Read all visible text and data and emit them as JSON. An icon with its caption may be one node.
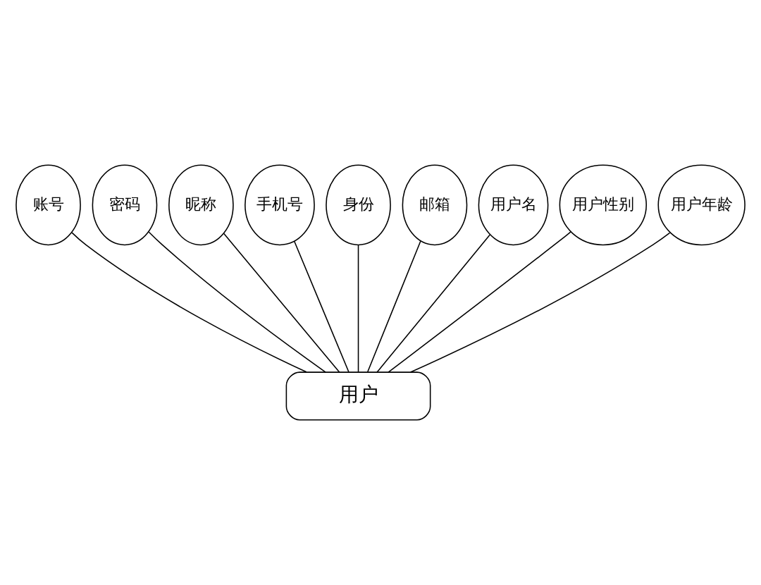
{
  "diagram": {
    "nodes": [
      {
        "text": [
          "账号"
        ]
      },
      {
        "text": [
          "密码"
        ]
      },
      {
        "text": [
          "昵称"
        ]
      },
      {
        "text": [
          "手机号"
        ]
      },
      {
        "text": [
          "身份"
        ]
      },
      {
        "text": [
          "邮箱"
        ]
      },
      {
        "text": [
          "用户名"
        ]
      },
      {
        "text": [
          "用户性别"
        ]
      },
      {
        "text": [
          "用户年龄"
        ]
      },
      {
        "text": [
          "用户"
        ]
      }
    ],
    "edges": [
      {
        "from": 0,
        "to": 9,
        "arrow": "none"
      },
      {
        "from": 1,
        "to": 9,
        "arrow": "none"
      },
      {
        "from": 2,
        "to": 9,
        "arrow": "none"
      },
      {
        "from": 3,
        "to": 9,
        "arrow": "none"
      },
      {
        "from": 4,
        "to": 9,
        "arrow": "none"
      },
      {
        "from": 5,
        "to": 9,
        "arrow": "none"
      },
      {
        "from": 6,
        "to": 9,
        "arrow": "none"
      },
      {
        "from": 7,
        "to": 9,
        "arrow": "none"
      },
      {
        "from": 8,
        "to": 9,
        "arrow": "none"
      }
    ]
  }
}
